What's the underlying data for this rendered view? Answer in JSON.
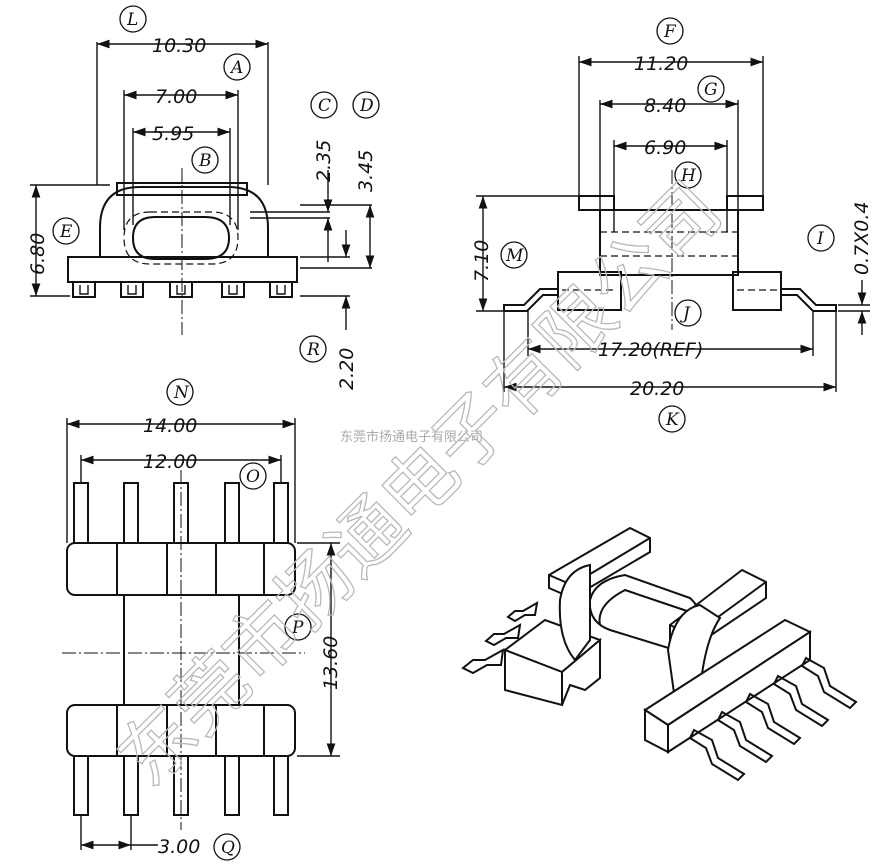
{
  "diagram": {
    "watermark_large": "东莞市扬通电子有限公司",
    "watermark_small": "东莞市扬通电子有限公司",
    "reference_letters": [
      "L",
      "A",
      "B",
      "C",
      "D",
      "E",
      "R",
      "F",
      "G",
      "H",
      "I",
      "M",
      "J",
      "K",
      "N",
      "O",
      "P",
      "Q"
    ],
    "top_view": {
      "dim_L": "10.30",
      "dim_A": "7.00",
      "dim_B": "5.95",
      "dim_C": "2.35",
      "dim_D": "3.45",
      "dim_E": "6.80",
      "dim_R": "2.20"
    },
    "side_view": {
      "dim_F": "11.20",
      "dim_G": "8.40",
      "dim_H": "6.90",
      "dim_M": "7.10",
      "dim_I": "0.7X0.4",
      "dim_J": "17.20(REF)",
      "dim_K": "20.20"
    },
    "bottom_view": {
      "dim_N": "14.00",
      "dim_O": "12.00",
      "dim_P": "13.60",
      "dim_Q": "3.00"
    },
    "iso_view": {
      "name": "isometric-view"
    }
  }
}
